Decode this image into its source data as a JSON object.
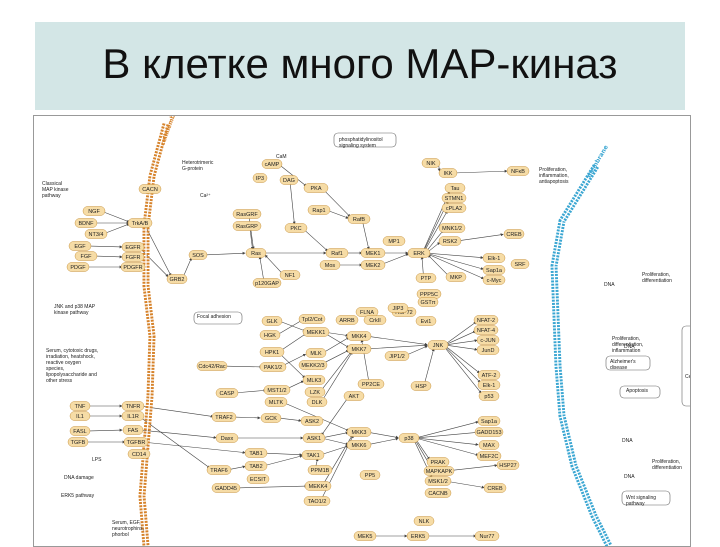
{
  "slide": {
    "title": "В клетке много MAP-киназ"
  },
  "colors": {
    "node_fill": "#f6dca6",
    "node_stroke": "#c89440",
    "membrane_left": "#d6822a",
    "membrane_right": "#3aa6d2",
    "arrow": "#444444"
  },
  "nodes": [
    {
      "id": "cacn",
      "text": "CACN"
    },
    {
      "id": "ngf",
      "text": "NGF"
    },
    {
      "id": "bdnf",
      "text": "BDNF"
    },
    {
      "id": "nt34",
      "text": "NT3/4"
    },
    {
      "id": "egf",
      "text": "EGF"
    },
    {
      "id": "fgf",
      "text": "FGF"
    },
    {
      "id": "pdgf",
      "text": "PDGF"
    },
    {
      "id": "trka",
      "text": "TrkA/B"
    },
    {
      "id": "egfr",
      "text": "EGFR"
    },
    {
      "id": "fgfr",
      "text": "FGFR"
    },
    {
      "id": "pdgfr",
      "text": "PDGFR"
    },
    {
      "id": "grb2",
      "text": "GRB2"
    },
    {
      "id": "sos",
      "text": "SOS"
    },
    {
      "id": "cap",
      "text": "cAMP"
    },
    {
      "id": "dag",
      "text": "DAG"
    },
    {
      "id": "ip3",
      "text": "IP3"
    },
    {
      "id": "pka",
      "text": "PKA"
    },
    {
      "id": "pkc",
      "text": "PKC"
    },
    {
      "id": "rasgrf",
      "text": "RasGRF"
    },
    {
      "id": "rasgrp",
      "text": "RasGRP"
    },
    {
      "id": "ras",
      "text": "Ras"
    },
    {
      "id": "rap1",
      "text": "Rap1"
    },
    {
      "id": "nf1",
      "text": "NF1"
    },
    {
      "id": "p120gap",
      "text": "p120GAP"
    },
    {
      "id": "raf1",
      "text": "Raf1"
    },
    {
      "id": "mos",
      "text": "Mos"
    },
    {
      "id": "rafb",
      "text": "RafB"
    },
    {
      "id": "pkc2",
      "text": "PKC"
    },
    {
      "id": "mp1",
      "text": "MP1"
    },
    {
      "id": "mek1",
      "text": "MEK1"
    },
    {
      "id": "mek2",
      "text": "MEK2"
    },
    {
      "id": "erk",
      "text": "ERK"
    },
    {
      "id": "ptp",
      "text": "PTP"
    },
    {
      "id": "mkp",
      "text": "MKP"
    },
    {
      "id": "cpla2",
      "text": "cPLA2"
    },
    {
      "id": "tau",
      "text": "Tau"
    },
    {
      "id": "stmn1",
      "text": "STMN1"
    },
    {
      "id": "mnk12",
      "text": "MNK1/2"
    },
    {
      "id": "rsk2",
      "text": "RSK2"
    },
    {
      "id": "elk1",
      "text": "Elk-1"
    },
    {
      "id": "sap1a",
      "text": "Sap1a"
    },
    {
      "id": "cmyc",
      "text": "c-Myc"
    },
    {
      "id": "creb",
      "text": "CREB"
    },
    {
      "id": "srf",
      "text": "SRF"
    },
    {
      "id": "nfkb",
      "text": "NFκB"
    },
    {
      "id": "ikk",
      "text": "IKK"
    },
    {
      "id": "nik",
      "text": "NIK"
    },
    {
      "id": "ppp5c",
      "text": "PPP5C"
    },
    {
      "id": "gst",
      "text": "GSTπ"
    },
    {
      "id": "hspb",
      "text": "HSP72"
    },
    {
      "id": "flna",
      "text": "FLNA"
    },
    {
      "id": "jip3",
      "text": "JIP3"
    },
    {
      "id": "arrb",
      "text": "ARRB"
    },
    {
      "id": "crkl",
      "text": "CrkII"
    },
    {
      "id": "ev1",
      "text": "Evi1"
    },
    {
      "id": "nfat2",
      "text": "NFAT-2"
    },
    {
      "id": "nfat4",
      "text": "NFAT-4"
    },
    {
      "id": "cjun",
      "text": "c-JUN"
    },
    {
      "id": "jund",
      "text": "JunD"
    },
    {
      "id": "jnk",
      "text": "JNK"
    },
    {
      "id": "jip12",
      "text": "JIP1/2"
    },
    {
      "id": "mkk4",
      "text": "MKK4"
    },
    {
      "id": "mkk7",
      "text": "MKK7"
    },
    {
      "id": "glk",
      "text": "GLK"
    },
    {
      "id": "hgk",
      "text": "HGK"
    },
    {
      "id": "hpk1",
      "text": "HPK1"
    },
    {
      "id": "pak12",
      "text": "PAK1/2"
    },
    {
      "id": "tpl2",
      "text": "Tpl2/Cot"
    },
    {
      "id": "mekk1",
      "text": "MEKK1"
    },
    {
      "id": "mlk",
      "text": "MLK"
    },
    {
      "id": "mekk23",
      "text": "MEKK2/3"
    },
    {
      "id": "cdc42",
      "text": "Cdc42/Rac"
    },
    {
      "id": "casp",
      "text": "CASP"
    },
    {
      "id": "mst12",
      "text": "MST1/2"
    },
    {
      "id": "mlk3",
      "text": "MLK3"
    },
    {
      "id": "lzk",
      "text": "LZK"
    },
    {
      "id": "dlk",
      "text": "DLK"
    },
    {
      "id": "mltk",
      "text": "MLTK"
    },
    {
      "id": "traf2",
      "text": "TRAF2"
    },
    {
      "id": "gck",
      "text": "GCK"
    },
    {
      "id": "pp2ce",
      "text": "PP2CE"
    },
    {
      "id": "akt",
      "text": "AKT"
    },
    {
      "id": "hsp",
      "text": "HSP"
    },
    {
      "id": "atf2",
      "text": "ATF-2"
    },
    {
      "id": "elk1b",
      "text": "Elk-1"
    },
    {
      "id": "p53",
      "text": "p53"
    },
    {
      "id": "sap1",
      "text": "Sap1a"
    },
    {
      "id": "gadd153",
      "text": "GADD153"
    },
    {
      "id": "max",
      "text": "MAX"
    },
    {
      "id": "mef2c",
      "text": "MEF2C"
    },
    {
      "id": "daxx",
      "text": "Daxx"
    },
    {
      "id": "ask2",
      "text": "ASK2"
    },
    {
      "id": "ask1",
      "text": "ASK1"
    },
    {
      "id": "mkk3",
      "text": "MKK3"
    },
    {
      "id": "mkk6",
      "text": "MKK6"
    },
    {
      "id": "p38",
      "text": "p38"
    },
    {
      "id": "tab1",
      "text": "TAB1"
    },
    {
      "id": "tab2",
      "text": "TAB2"
    },
    {
      "id": "tak1",
      "text": "TAK1"
    },
    {
      "id": "traf6",
      "text": "TRAF6"
    },
    {
      "id": "ecsit",
      "text": "ECSIT"
    },
    {
      "id": "ppm1b",
      "text": "PPM1B"
    },
    {
      "id": "gadd45",
      "text": "GADD45"
    },
    {
      "id": "mekk4",
      "text": "MEKK4"
    },
    {
      "id": "tao12",
      "text": "TAO1/2"
    },
    {
      "id": "pp5",
      "text": "PP5"
    },
    {
      "id": "prak",
      "text": "PRAK"
    },
    {
      "id": "mapkap",
      "text": "MAPKAPK"
    },
    {
      "id": "msk12",
      "text": "MSK1/2"
    },
    {
      "id": "cacnb",
      "text": "CACNB"
    },
    {
      "id": "hsp27",
      "text": "HSP27"
    },
    {
      "id": "creb2",
      "text": "CREB"
    },
    {
      "id": "tnf",
      "text": "TNF"
    },
    {
      "id": "il1",
      "text": "IL1"
    },
    {
      "id": "fasl",
      "text": "FASL"
    },
    {
      "id": "tgfb",
      "text": "TGFB"
    },
    {
      "id": "tnfr",
      "text": "TNFR"
    },
    {
      "id": "il1r",
      "text": "IL1R"
    },
    {
      "id": "fas",
      "text": "FAS"
    },
    {
      "id": "tgfbr",
      "text": "TGFBR"
    },
    {
      "id": "cd14",
      "text": "CD14"
    },
    {
      "id": "nlk",
      "text": "NLK"
    },
    {
      "id": "mef5",
      "text": "MEK5"
    },
    {
      "id": "erk5",
      "text": "ERK5"
    },
    {
      "id": "nr4a1",
      "text": "Nur77"
    }
  ],
  "labels": [
    {
      "id": "classical",
      "text": "Classical MAP kinase pathway"
    },
    {
      "id": "jnk_p38",
      "text": "JNK and p38 MAP kinase pathway"
    },
    {
      "id": "serum",
      "text": "Serum, cytotoxic drugs, irradiation, heatshock, reactive oxygen species, lipopolysaccharide and other stress"
    },
    {
      "id": "erk5",
      "text": "ERK5 pathway"
    },
    {
      "id": "serum_egf",
      "text": "Serum, EGF, neurotrophins, phorbol"
    },
    {
      "id": "g_protein",
      "text": "Heterotrimeric G-protein"
    },
    {
      "id": "pi_system",
      "text": "phosphatidylinositol signaling system"
    },
    {
      "id": "focal",
      "text": "Focal adhesion"
    },
    {
      "id": "prolif1",
      "text": "Proliferation, inflammation, antiapoptosis"
    },
    {
      "id": "prolif2",
      "text": "Proliferation, differentiation"
    },
    {
      "id": "alzheimer",
      "text": "Alzheimer's disease"
    },
    {
      "id": "prolif3",
      "text": "Proliferation, differentiation, inflammation"
    },
    {
      "id": "apoptosis",
      "text": "Apoptosis"
    },
    {
      "id": "cell_cycle",
      "text": "Cell cycle"
    },
    {
      "id": "prolif4",
      "text": "Proliferation, differentiation"
    },
    {
      "id": "wnt",
      "text": "Wnt signaling pathway"
    },
    {
      "id": "dna_damage",
      "text": "DNA damage"
    },
    {
      "id": "lps",
      "text": "LPS"
    },
    {
      "id": "dna1",
      "text": "DNA"
    },
    {
      "id": "dna2",
      "text": "DNA"
    },
    {
      "id": "dna3",
      "text": "DNA"
    },
    {
      "id": "dna4",
      "text": "DNA"
    },
    {
      "id": "ca",
      "text": "Ca²⁺"
    },
    {
      "id": "cam",
      "text": "CaM"
    }
  ],
  "membrane_words": [
    "cellmembrane",
    "membrane"
  ]
}
